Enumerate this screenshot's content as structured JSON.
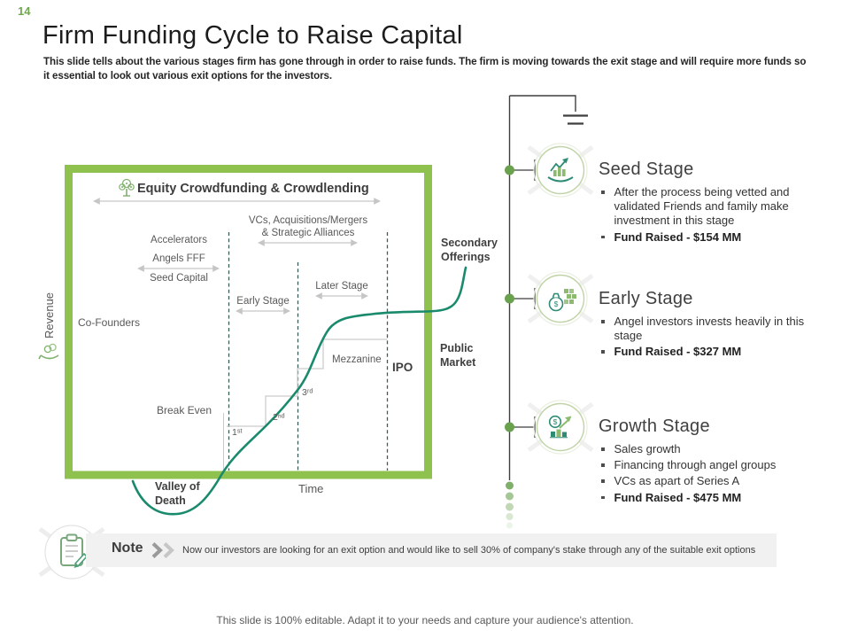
{
  "page_number": "14",
  "header": {
    "title": "Firm Funding Cycle to Raise Capital",
    "subtitle": "This slide tells about the various stages firm has gone through in order to raise funds. The firm is moving towards the exit stage and will require more funds so it essential to look out various exit options for the investors."
  },
  "diagram": {
    "box_header": "Equity Crowdfunding & Crowdlending",
    "y_axis_label": "Revenue",
    "x_axis_label": "Time",
    "labels": {
      "accelerators": "Accelerators",
      "angels_fff": "Angels FFF",
      "seed_capital": "Seed Capital",
      "vcs_line1": "VCs, Acquisitions/Mergers",
      "vcs_line2": "& Strategic Alliances",
      "early_stage": "Early Stage",
      "later_stage": "Later Stage",
      "co_founders": "Co-Founders",
      "break_even": "Break Even",
      "valley_of_death": "Valley of Death",
      "round_1": "1ˢᵗ",
      "round_2": "2ⁿᵈ",
      "round_3": "3ʳᵈ",
      "mezzanine": "Mezzanine",
      "ipo": "IPO",
      "secondary_offerings": "Secondary Offerings",
      "public_market": "Public Market"
    }
  },
  "stages": [
    {
      "title": "Seed Stage",
      "bullets": [
        "After the process being vetted and validated Friends and family make investment in this stage"
      ],
      "fund": "Fund Raised - $154 MM"
    },
    {
      "title": "Early Stage",
      "bullets": [
        "Angel investors invests heavily in this stage"
      ],
      "fund": "Fund Raised - $327 MM"
    },
    {
      "title": "Growth Stage",
      "bullets": [
        "Sales growth",
        "Financing through angel groups",
        "VCs as apart of Series A"
      ],
      "fund": "Fund Raised - $475 MM"
    }
  ],
  "note": {
    "label": "Note",
    "text": "Now our investors are looking for an exit option and would like to sell 30% of company's stake through any of the suitable exit options"
  },
  "icons": {
    "dollar": "$"
  },
  "footer": "This slide is 100% editable. Adapt it to your needs and capture your audience's attention.",
  "colors": {
    "frame_green": "#8fc14f",
    "curve_teal": "#1a8a6d",
    "marker_green": "#69a14e",
    "dashed_separator": "#3a5f58",
    "page_number_green": "#71a850"
  }
}
